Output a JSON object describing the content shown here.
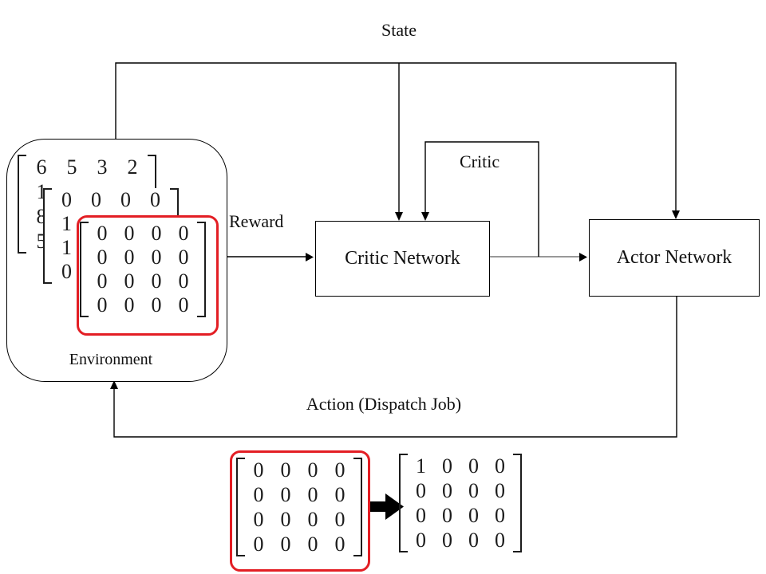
{
  "labels": {
    "state": "State",
    "reward": "Reward",
    "critic": "Critic",
    "critic_network": "Critic Network",
    "actor_network": "Actor Network",
    "environment": "Environment",
    "action": "Action (Dispatch Job)"
  },
  "colors": {
    "line": "#000000",
    "output_line_gray": "#777777",
    "matrix_highlight_red": "#e31e24",
    "text": "#111111"
  },
  "icons": {
    "transition_arrow": "thick right arrow between action matrices"
  },
  "matrices": {
    "env_back": [
      [
        "6",
        "5",
        "3",
        "2"
      ],
      [
        "1",
        "",
        "",
        ""
      ],
      [
        "8",
        "",
        "",
        ""
      ],
      [
        "5",
        "",
        "",
        ""
      ]
    ],
    "env_mid": [
      [
        "0",
        "0",
        "0",
        "0"
      ],
      [
        "1",
        "",
        "",
        ""
      ],
      [
        "1",
        "",
        "",
        ""
      ],
      [
        "0",
        "",
        "",
        ""
      ]
    ],
    "env_front": [
      [
        "0",
        "0",
        "0",
        "0"
      ],
      [
        "0",
        "0",
        "0",
        "0"
      ],
      [
        "0",
        "0",
        "0",
        "0"
      ],
      [
        "0",
        "0",
        "0",
        "0"
      ]
    ],
    "action_before": [
      [
        "0",
        "0",
        "0",
        "0"
      ],
      [
        "0",
        "0",
        "0",
        "0"
      ],
      [
        "0",
        "0",
        "0",
        "0"
      ],
      [
        "0",
        "0",
        "0",
        "0"
      ]
    ],
    "action_after": [
      [
        "1",
        "0",
        "0",
        "0"
      ],
      [
        "0",
        "0",
        "0",
        "0"
      ],
      [
        "0",
        "0",
        "0",
        "0"
      ],
      [
        "0",
        "0",
        "0",
        "0"
      ]
    ]
  }
}
